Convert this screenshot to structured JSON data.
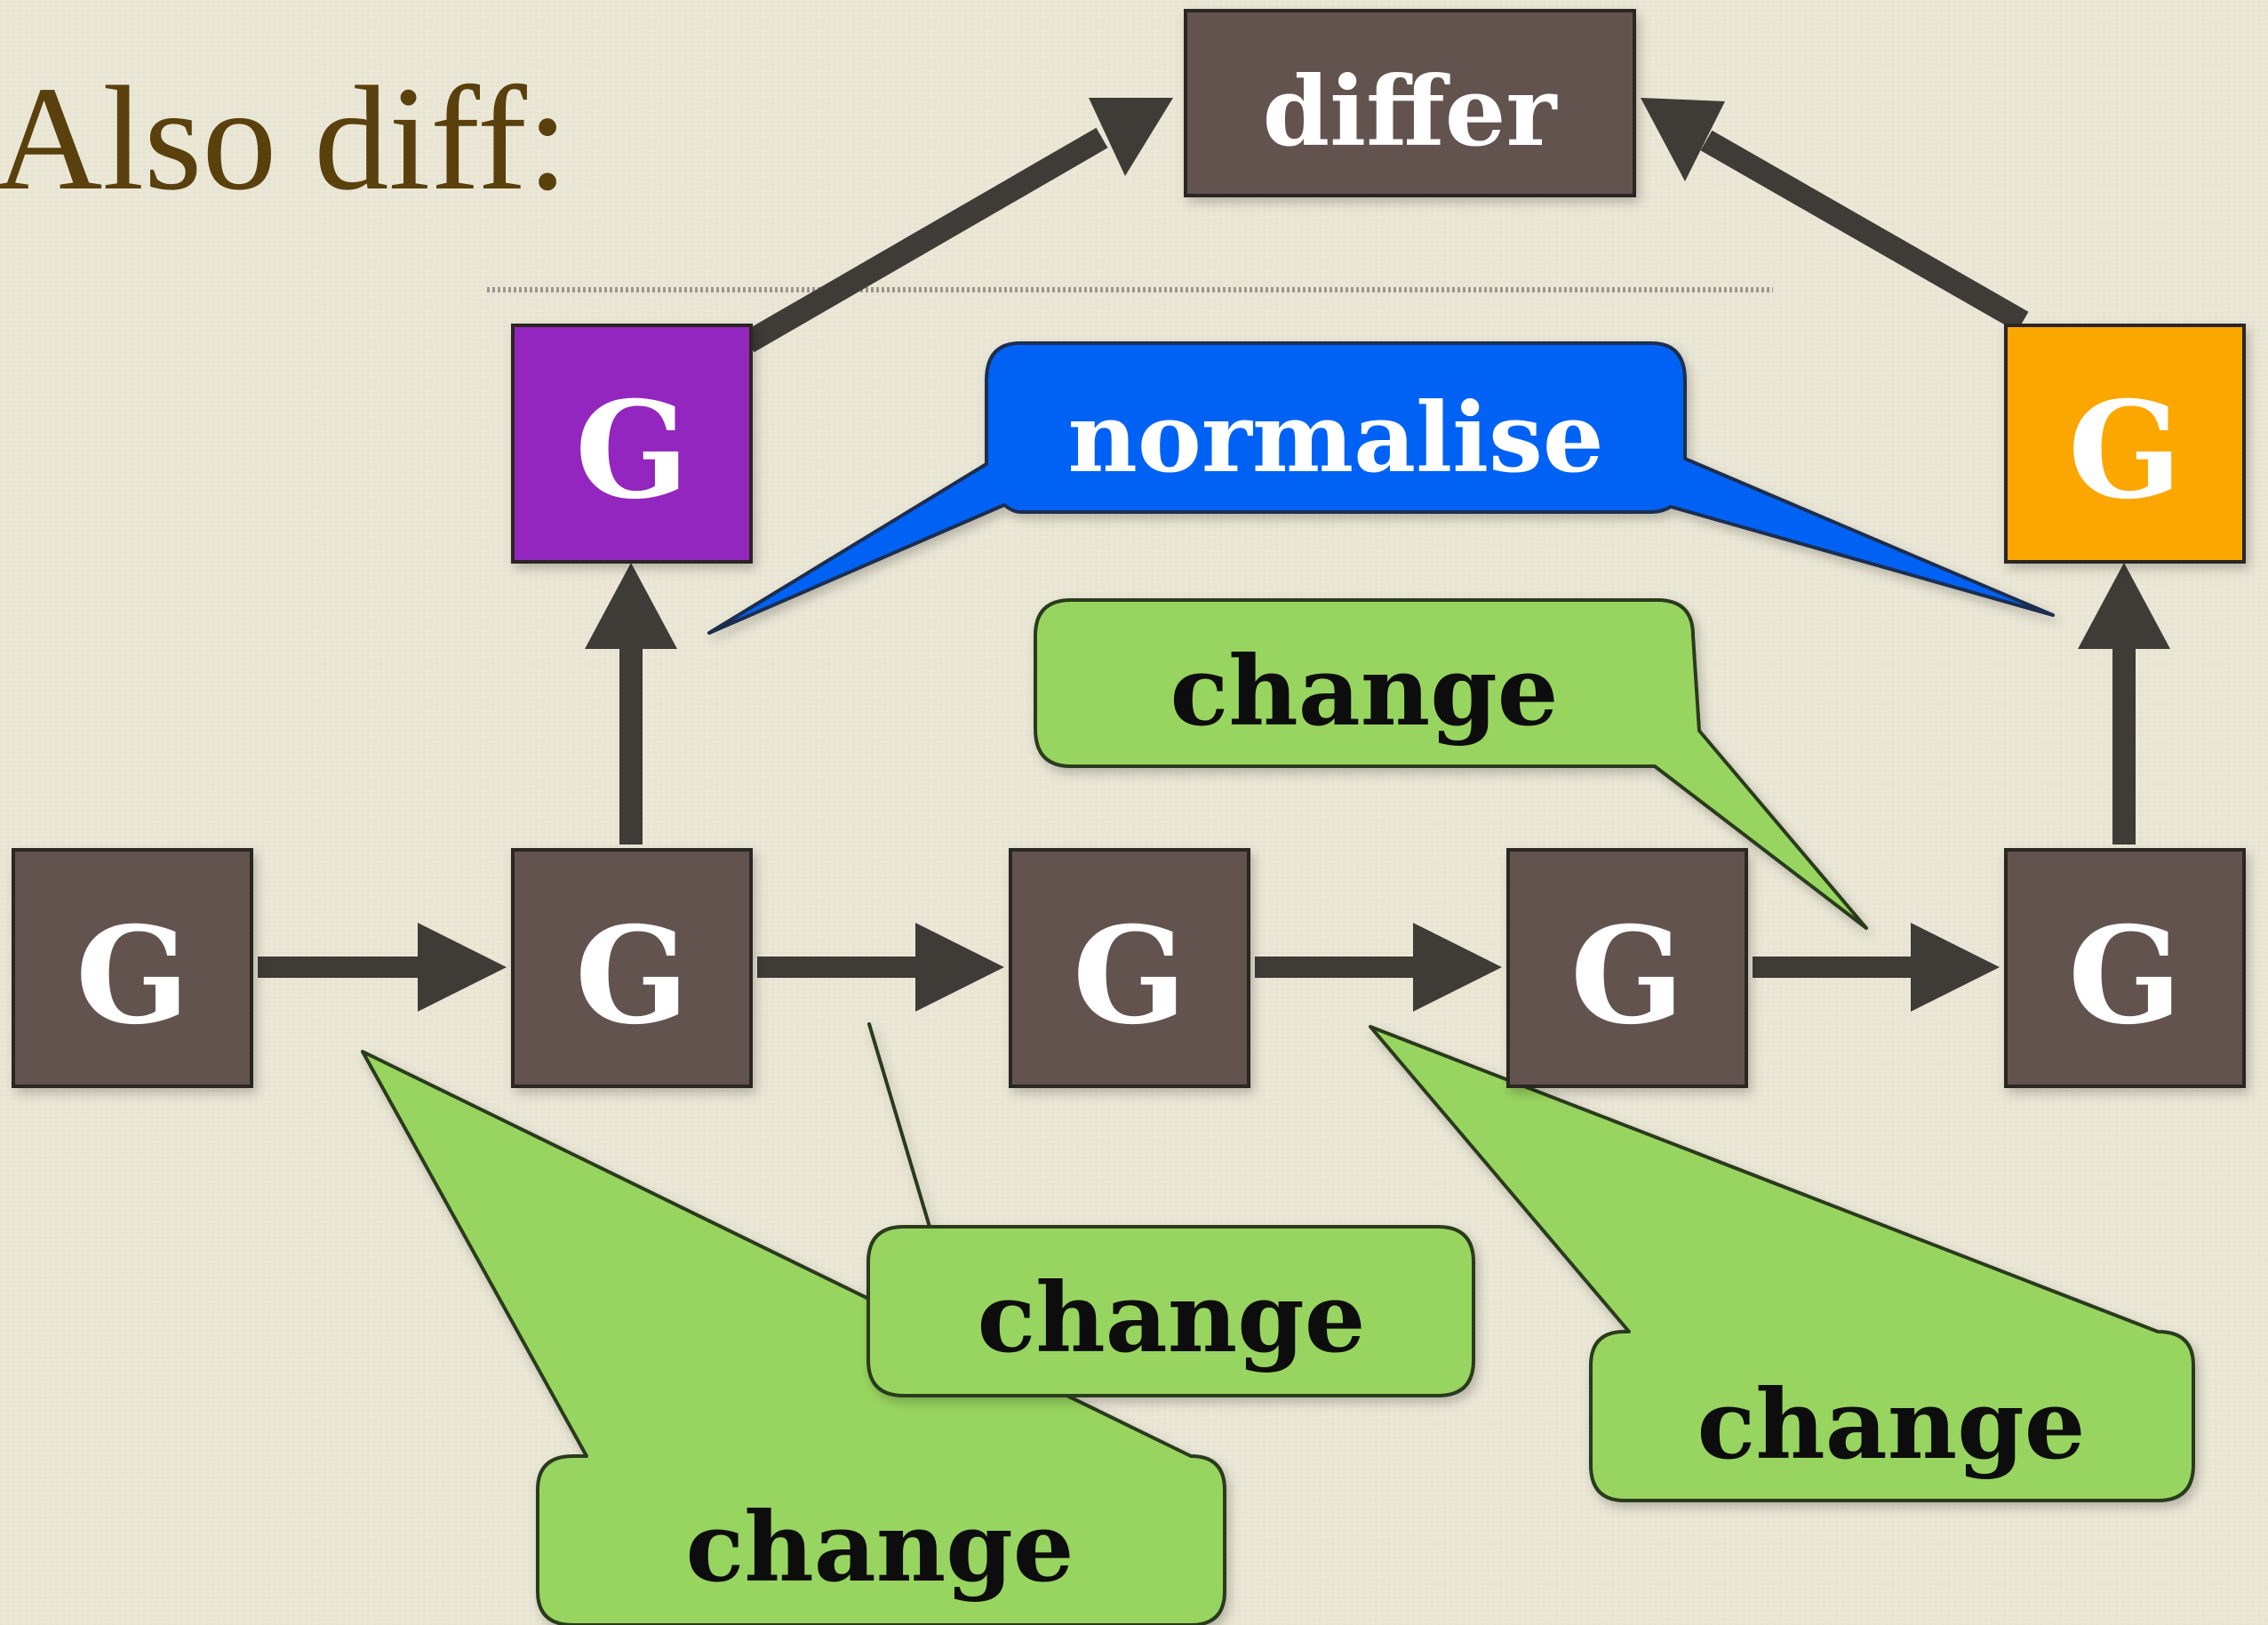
{
  "title": "Also diff:",
  "nodes": {
    "row": [
      "G",
      "G",
      "G",
      "G",
      "G"
    ],
    "normalised_left": "G",
    "normalised_right": "G"
  },
  "boxes": {
    "differ": "differ",
    "normalise": "normalise",
    "change_top": "change",
    "change_1": "change",
    "change_2": "change",
    "change_3": "change"
  },
  "colors": {
    "node_dark": "#64534f",
    "node_purple": "#9327be",
    "node_orange": "#fca600",
    "normalise_blue": "#0262f4",
    "change_green": "#98d560",
    "arrow": "#3f3b37",
    "title_text": "#5a400d"
  }
}
